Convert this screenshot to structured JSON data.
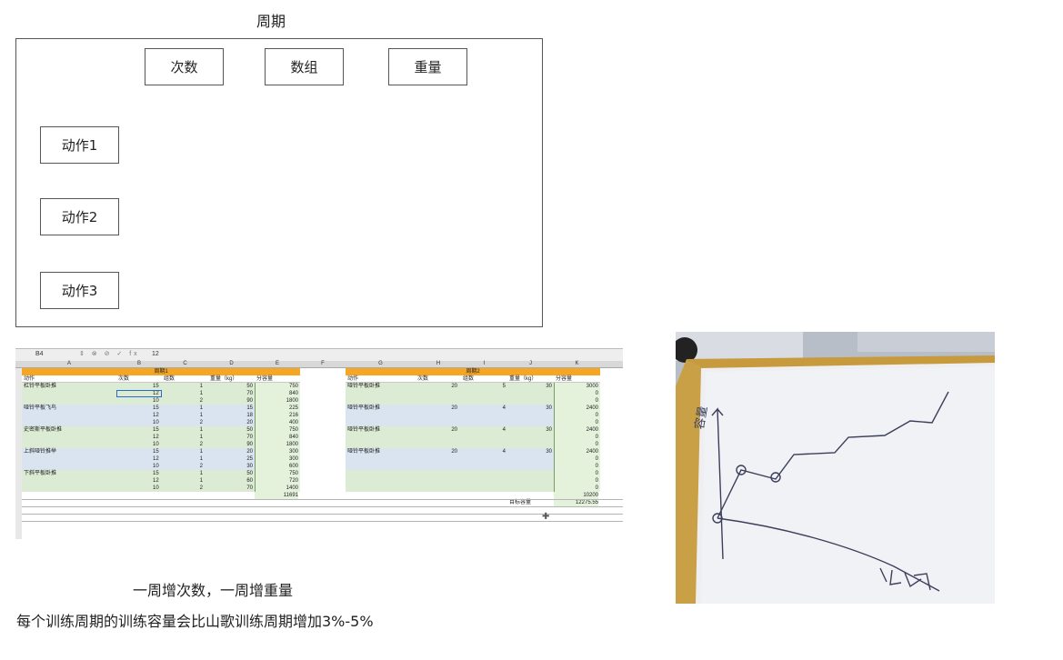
{
  "diagram": {
    "title": "周期",
    "columns": [
      "次数",
      "数组",
      "重量"
    ],
    "rows": [
      "动作1",
      "动作2",
      "动作3"
    ]
  },
  "sheet": {
    "cell_ref": "B4",
    "formula_value": "12",
    "col_letters": [
      "A",
      "B",
      "C",
      "D",
      "E",
      "F",
      "G",
      "H",
      "I",
      "J",
      "K"
    ],
    "cycle1": {
      "title": "周期1",
      "headers": [
        "动作",
        "次数",
        "组数",
        "重量（kg）",
        "分容量"
      ],
      "groups": [
        {
          "name": "杠铃平板卧推",
          "rows": [
            [
              "15",
              "1",
              "50",
              "750"
            ],
            [
              "12",
              "1",
              "70",
              "840"
            ],
            [
              "10",
              "2",
              "90",
              "1800"
            ]
          ]
        },
        {
          "name": "哑铃平板飞鸟",
          "rows": [
            [
              "15",
              "1",
              "15",
              "225"
            ],
            [
              "12",
              "1",
              "18",
              "216"
            ],
            [
              "10",
              "2",
              "20",
              "400"
            ]
          ]
        },
        {
          "name": "史密斯平板卧推",
          "rows": [
            [
              "15",
              "1",
              "50",
              "750"
            ],
            [
              "12",
              "1",
              "70",
              "840"
            ],
            [
              "10",
              "2",
              "90",
              "1800"
            ]
          ]
        },
        {
          "name": "上斜哑铃推举",
          "rows": [
            [
              "15",
              "1",
              "20",
              "300"
            ],
            [
              "12",
              "1",
              "25",
              "300"
            ],
            [
              "10",
              "2",
              "30",
              "600"
            ]
          ]
        },
        {
          "name": "下斜平板卧推",
          "rows": [
            [
              "15",
              "1",
              "50",
              "750"
            ],
            [
              "12",
              "1",
              "60",
              "720"
            ],
            [
              "10",
              "2",
              "70",
              "1400"
            ]
          ]
        }
      ],
      "total": "11691"
    },
    "cycle2": {
      "title": "周期2",
      "headers": [
        "动作",
        "次数",
        "组数",
        "重量（kg）",
        "分容量"
      ],
      "groups": [
        {
          "name": "哑铃平板卧推",
          "reps": "20",
          "sets": "5",
          "weight": "30",
          "volumes": [
            "3000",
            "0",
            "0"
          ]
        },
        {
          "name": "哑铃平板卧推",
          "reps": "20",
          "sets": "4",
          "weight": "30",
          "volumes": [
            "2400",
            "0",
            "0"
          ]
        },
        {
          "name": "哑铃平板卧推",
          "reps": "20",
          "sets": "4",
          "weight": "30",
          "volumes": [
            "2400",
            "0",
            "0"
          ]
        },
        {
          "name": "哑铃平板卧推",
          "reps": "20",
          "sets": "4",
          "weight": "30",
          "volumes": [
            "2400",
            "0",
            "0"
          ]
        },
        {
          "name": "",
          "reps": "",
          "sets": "",
          "weight": "",
          "volumes": [
            "0",
            "0",
            "0"
          ]
        }
      ],
      "total": "10200",
      "target_label": "目标容量",
      "target_value": "12275.55"
    }
  },
  "captions": {
    "line1": "一周增次数，一周增重量",
    "line2": "每个训练周期的训练容量会比山歌训练周期增加3%-5%"
  },
  "photo": {
    "label_vertical": "容量",
    "label_horizontal": "时间"
  }
}
